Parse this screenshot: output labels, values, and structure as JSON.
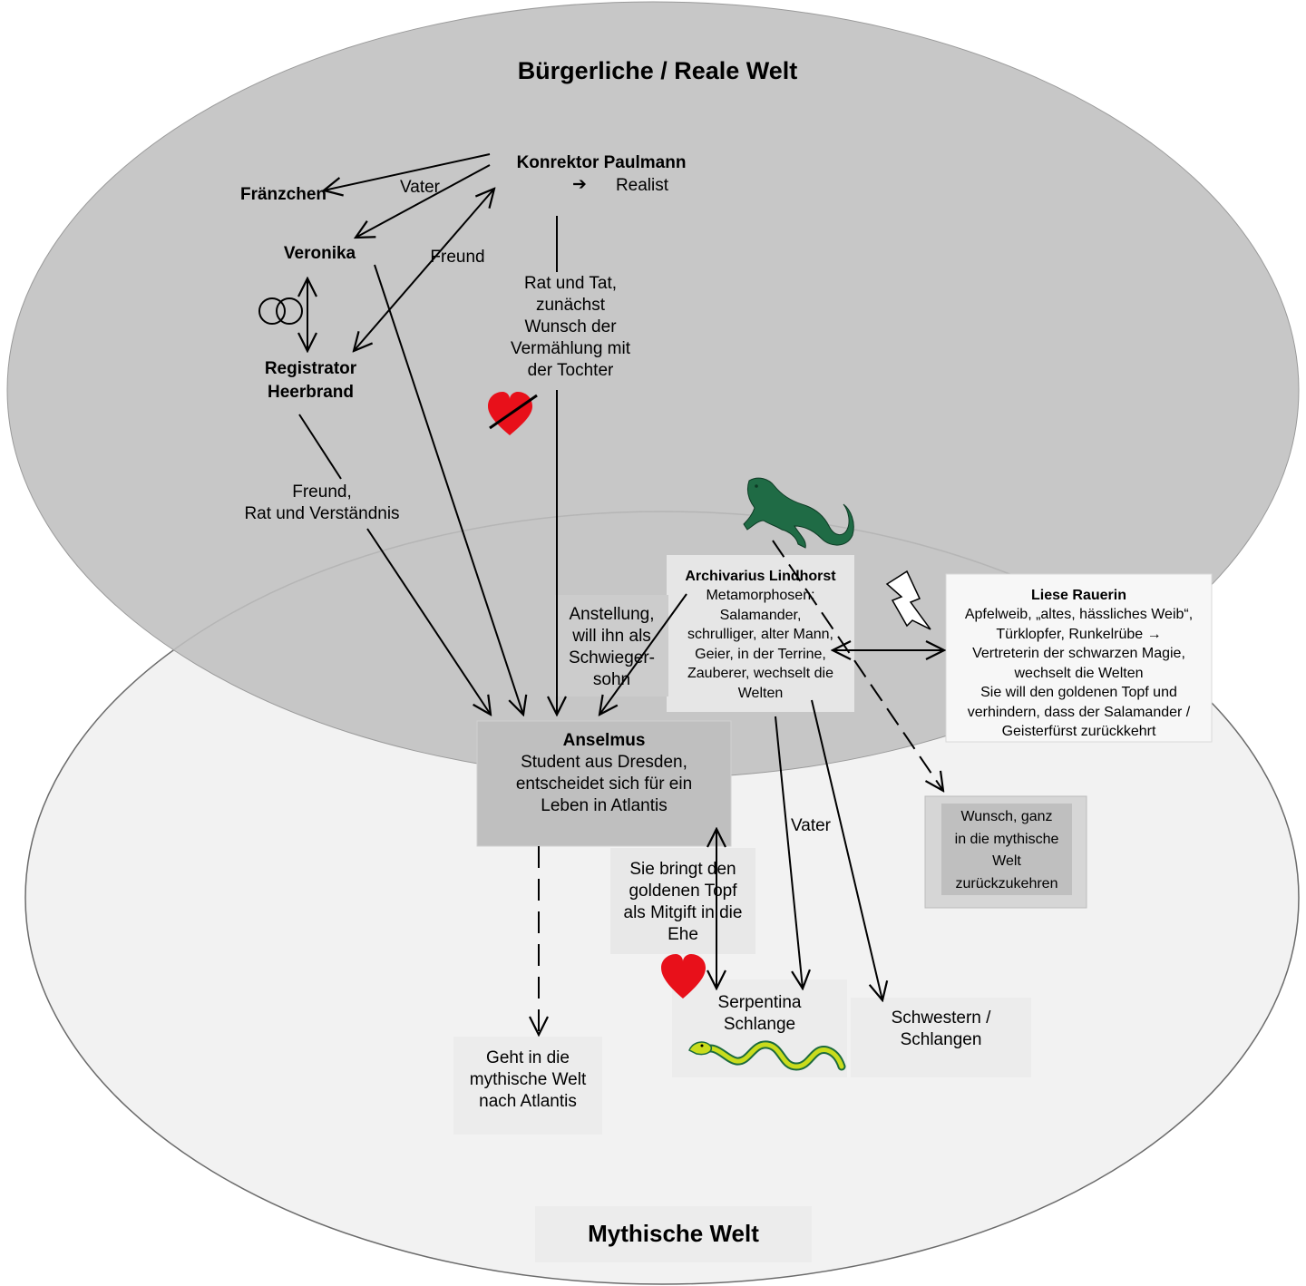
{
  "worlds": {
    "real_title": "Bürgerliche / Reale Welt",
    "mythic_title": "Mythische Welt"
  },
  "nodes": {
    "paulmann": {
      "name": "Konrektor Paulmann",
      "arrow": "➔",
      "note": "Realist"
    },
    "fraenzchen": "Fränzchen",
    "veronika": "Veronika",
    "heerbrand": [
      "Registrator",
      "Heerbrand"
    ],
    "lindhorst": {
      "name": "Archivarius Lindhorst",
      "lines": [
        "Metamorphosen:",
        "Salamander,",
        "schrulliger, alter Mann,",
        "Geier, in der Terrine,",
        "Zauberer, wechselt die",
        "Welten"
      ]
    },
    "liese": {
      "name": "Liese Rauerin",
      "lines": [
        "Apfelweib, „altes, hässliches Weib“,",
        "Türklopfer, Runkelrübe →",
        "Vertreterin der schwarzen Magie,",
        "wechselt die Welten",
        "Sie will den goldenen Topf und",
        "verhindern, dass der Salamander /",
        "Geisterfürst zurückkehrt"
      ]
    },
    "anselmus": {
      "name": "Anselmus",
      "lines": [
        "Student aus Dresden,",
        "entscheidet sich für ein",
        "Leben in Atlantis"
      ]
    },
    "atlantis": [
      "Geht in die",
      "mythische Welt",
      "nach Atlantis"
    ],
    "serpentina": [
      "Serpentina",
      "Schlange"
    ],
    "schwestern": [
      "Schwestern /",
      "Schlangen"
    ],
    "wunsch": [
      "Wunsch, ganz",
      "in die mythische",
      "Welt",
      "zurückzukehren"
    ]
  },
  "edge_labels": {
    "vater_top": "Vater",
    "freund_top": "Freund",
    "rat_und_tat": [
      "Rat und Tat,",
      "zunächst",
      "Wunsch der",
      "Vermählung mit",
      "der Tochter"
    ],
    "freund_rat": [
      "Freund,",
      "Rat und Verständnis"
    ],
    "anstellung": [
      "Anstellung,",
      "will ihn als",
      "Schwieger-",
      "sohn"
    ],
    "mitgift": [
      "Sie bringt den",
      "goldenen Topf",
      "als Mitgift in die",
      "Ehe"
    ],
    "vater_bottom": "Vater"
  },
  "colors": {
    "real_world": "#bfbfbf",
    "mythic_world": "#f2f2f2",
    "heart": "#e8101a",
    "salamander": "#1f6b45",
    "snake_body": "#c9dc1c",
    "snake_outline": "#1c6b3c"
  },
  "icons": {
    "rings": "wedding-rings-icon",
    "heart": "heart-icon",
    "lightning": "lightning-bolt-icon",
    "salamander": "salamander-icon",
    "snake": "snake-icon"
  }
}
